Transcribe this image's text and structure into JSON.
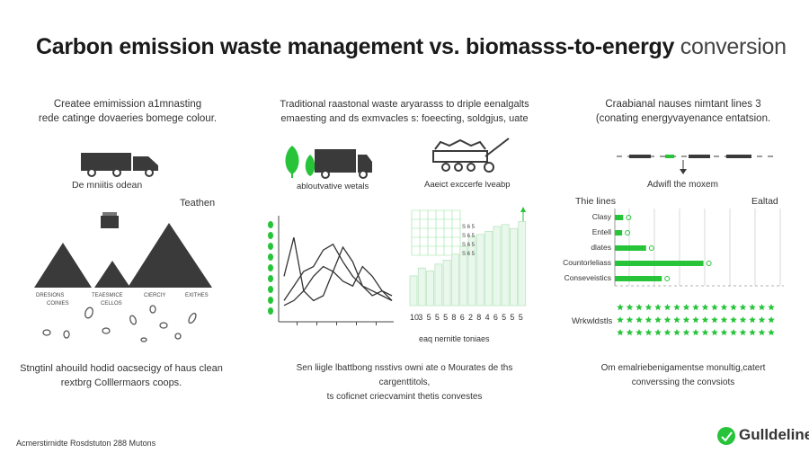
{
  "title": {
    "main": "Carbon emission waste management vs. biomasss-to-energy",
    "light": "conversion"
  },
  "left": {
    "heading": [
      "Createe emimission a1mnasting",
      "rede catinge dovaeries bomege colour."
    ],
    "truck_label": "De mniitis odean",
    "tag": "Teathen",
    "mountain_labels": [
      "DRESIONS",
      "TEAESMICE",
      "CIERCIY",
      "EXITHES"
    ],
    "mountain_sub": [
      "COINIES",
      "CELLOS"
    ],
    "footer": [
      "Stngtinl ahouild hodid oacsecigy of haus clean",
      "rextbrg Colllermaors coops."
    ]
  },
  "middle": {
    "heading": [
      "Traditional raastonal waste aryarasss to driple eenalgalts",
      "emaesting and ds exmvacles s: foeecting, soldgjus, uate"
    ],
    "plant_label": "abloutvative wetals",
    "machine_label": "Aaeict exccerfe lveabp",
    "chart_small": [
      "S 6 5",
      "S 6 5",
      "S 6 5",
      "S 6 5"
    ],
    "xticks": [
      "10",
      "3",
      "5",
      "5",
      "5",
      "8",
      "6",
      "2",
      "8",
      "4",
      "6",
      "5",
      "5",
      "5"
    ],
    "footer_chart": "eaq nernitle toniaes",
    "footer": [
      "Sen liigle lbattbong nsstivs owni ate o Mourates de ths cargenttitols,",
      "ts coficnet criecvamint thetis convestes"
    ]
  },
  "right": {
    "heading": [
      "Craabianal nauses nimtant lines 3",
      "(conating energyvayenance entatsion."
    ],
    "arrow_label": "Adwifl the moxem",
    "chart_title": "Thie lines",
    "chart_right": "Ealtad",
    "bar_labels": [
      "Clasy",
      "Entell",
      "dlates",
      "Countorleliass",
      "Conseveistics"
    ],
    "stars_label": "Wrkwldstls",
    "footer": [
      "Om emalriebenigamentse monultig,catert",
      "converssing the convsiots"
    ]
  },
  "bottom_left": "Acmerstirnidte Rosdstuton 288 Mutons",
  "brand": "Gulldeline",
  "colors": {
    "green": "#27c43a",
    "dark": "#3a3a3a",
    "grid": "#d9d9d9"
  },
  "chart_data": [
    {
      "type": "line",
      "x": [
        1,
        2,
        3,
        4,
        5,
        6,
        7,
        8,
        9,
        10,
        11,
        12
      ],
      "series": [
        {
          "values": [
            0.45,
            0.85,
            0.3,
            0.2,
            0.25,
            0.5,
            0.75,
            0.6,
            0.35,
            0.25,
            0.3,
            0.2
          ]
        },
        {
          "values": [
            0.2,
            0.35,
            0.5,
            0.55,
            0.72,
            0.78,
            0.6,
            0.45,
            0.35,
            0.3,
            0.25,
            0.2
          ]
        },
        {
          "values": [
            0.15,
            0.2,
            0.3,
            0.45,
            0.55,
            0.5,
            0.4,
            0.35,
            0.55,
            0.45,
            0.3,
            0.25
          ]
        }
      ]
    },
    {
      "type": "bar",
      "values": [
        0.3,
        0.38,
        0.35,
        0.42,
        0.46,
        0.52,
        0.6,
        0.7,
        0.72,
        0.75,
        0.8,
        0.82,
        0.78,
        0.85
      ],
      "ylim": [
        0,
        1
      ]
    },
    {
      "type": "bar",
      "categories": [
        "Clasy",
        "Entell",
        "dlates",
        "Countorleliass",
        "Conseveistics"
      ],
      "values": [
        0.08,
        0.07,
        0.3,
        0.85,
        0.45
      ],
      "xlim": [
        0,
        1
      ]
    }
  ]
}
